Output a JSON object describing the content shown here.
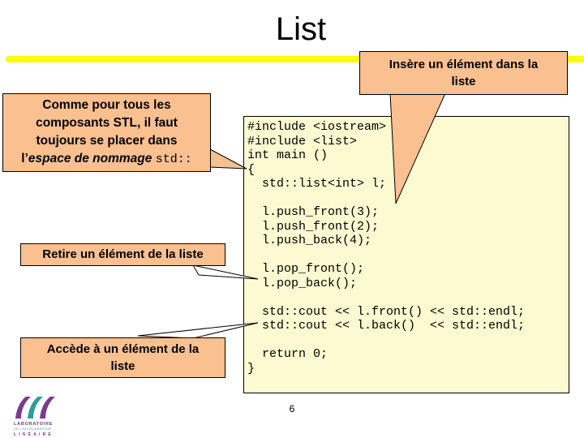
{
  "slide": {
    "title": "List",
    "page_number": "6"
  },
  "colors": {
    "callout_fill": "#FAC090",
    "code_background": "#FCFAD1",
    "divider_yellow": "#FBFB06",
    "logo_purple": "#7C3A8D",
    "logo_teal": "#2F9C9C"
  },
  "callouts": {
    "insere": {
      "lines": [
        "Insère un élément dans la",
        "liste"
      ]
    },
    "comme": {
      "lines": [
        "Comme pour tous les",
        "composants STL, il faut",
        "toujours se placer dans"
      ],
      "last_prefix": "l’",
      "last_emphasis": "espace de nommage",
      "last_code": "std::"
    },
    "retire": {
      "line": "Retire un élément de la liste"
    },
    "accede": {
      "lines": [
        "Accède à un élément de la",
        "liste"
      ]
    }
  },
  "code": {
    "text": "#include <iostream>\n#include <list>\nint main ()\n{\n  std::list<int> l;\n\n  l.push_front(3);\n  l.push_front(2);\n  l.push_back(4);\n\n  l.pop_front();\n  l.pop_back();\n\n  std::cout << l.front() << std::endl;\n  std::cout << l.back()  << std::endl;\n\n  return 0;\n}"
  },
  "logo": {
    "line1": "LABORATOIRE",
    "line2": "DE L'ACCÉLÉRATEUR",
    "line3": "LINÉAIRE"
  }
}
